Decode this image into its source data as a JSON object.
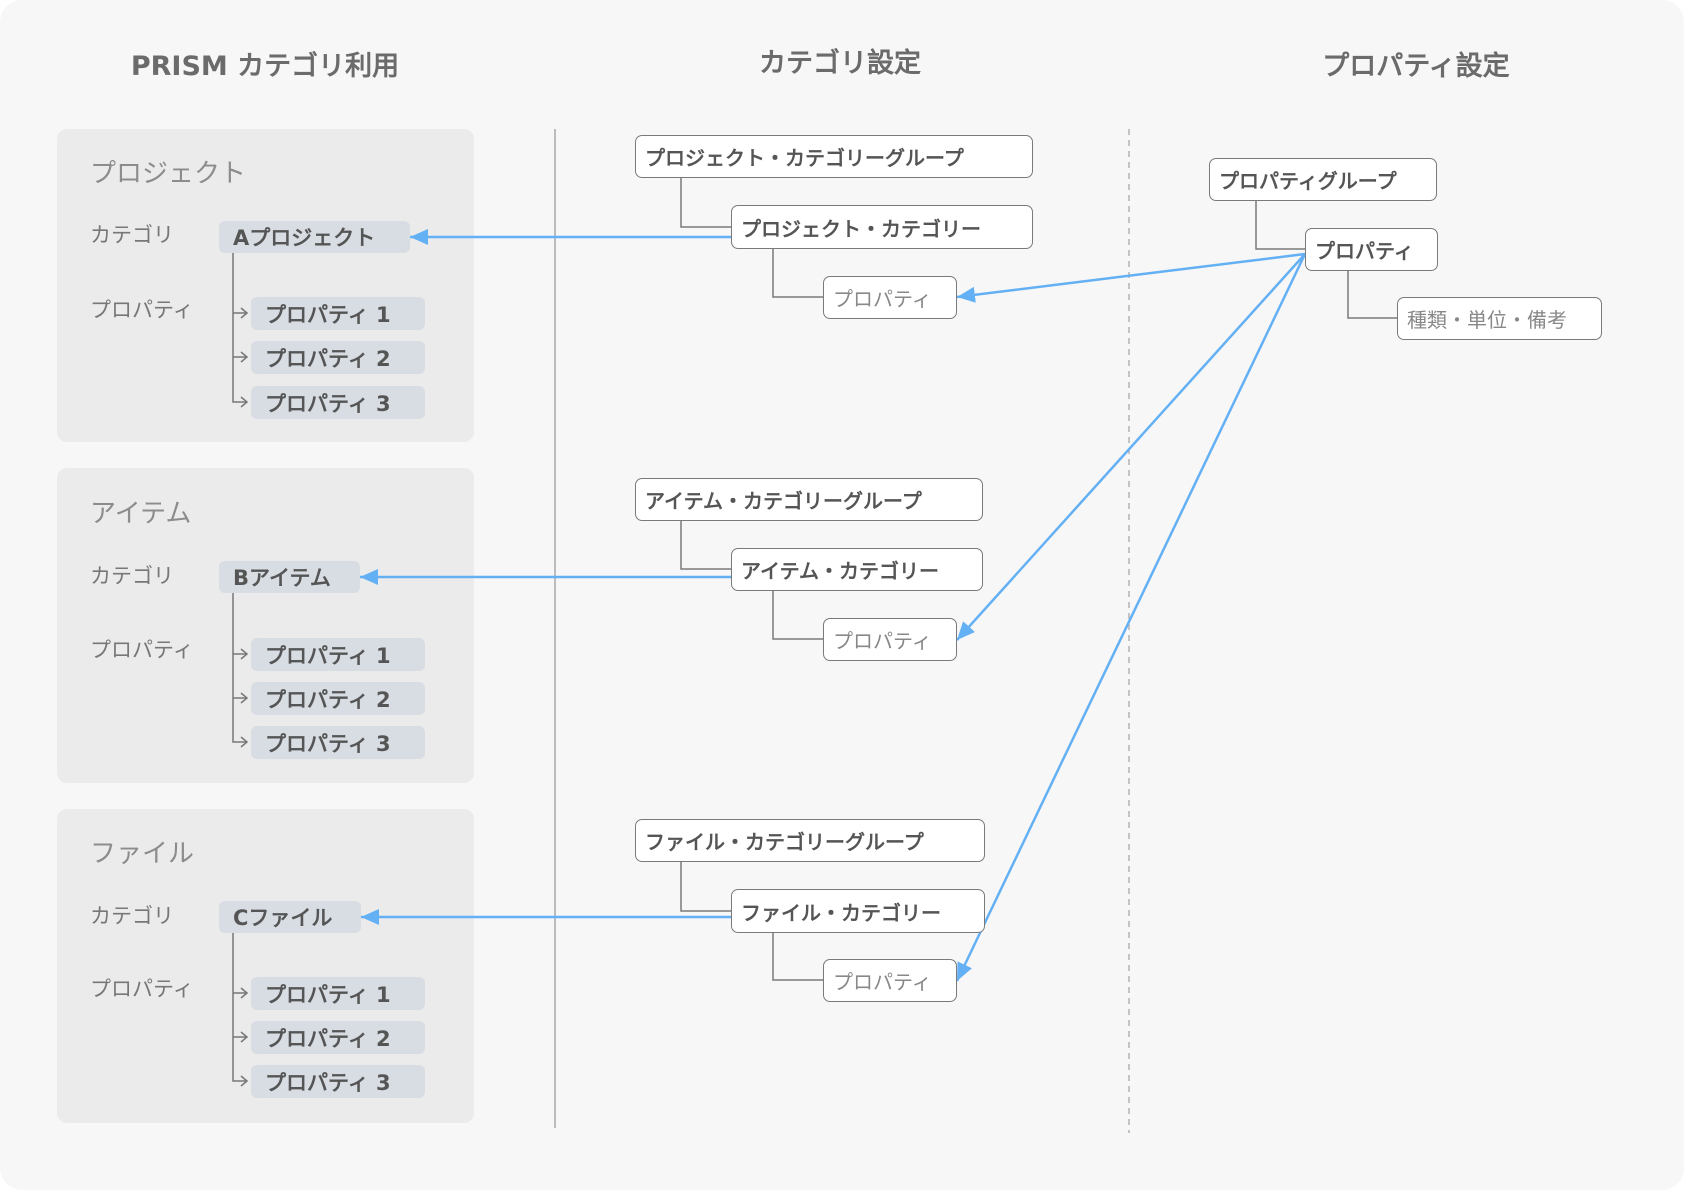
{
  "columns": {
    "usage": "PRISM カテゴリ利用",
    "category_settings": "カテゴリ設定",
    "property_settings": "プロパティ設定"
  },
  "usage_panels": [
    {
      "title": "プロジェクト",
      "category_label": "カテゴリ",
      "category": "Aプロジェクト",
      "property_label": "プロパティ",
      "properties": [
        "プロパティ 1",
        "プロパティ 2",
        "プロパティ 3"
      ]
    },
    {
      "title": "アイテム",
      "category_label": "カテゴリ",
      "category": "Bアイテム",
      "property_label": "プロパティ",
      "properties": [
        "プロパティ 1",
        "プロパティ 2",
        "プロパティ 3"
      ]
    },
    {
      "title": "ファイル",
      "category_label": "カテゴリ",
      "category": "Cファイル",
      "property_label": "プロパティ",
      "properties": [
        "プロパティ 1",
        "プロパティ 2",
        "プロパティ 3"
      ]
    }
  ],
  "category_groups": [
    {
      "group": "プロジェクト・カテゴリーグループ",
      "category": "プロジェクト・カテゴリー",
      "property": "プロパティ"
    },
    {
      "group": "アイテム・カテゴリーグループ",
      "category": "アイテム・カテゴリー",
      "property": "プロパティ"
    },
    {
      "group": "ファイル・カテゴリーグループ",
      "category": "ファイル・カテゴリー",
      "property": "プロパティ"
    }
  ],
  "property_settings": {
    "group": "プロパティグループ",
    "property": "プロパティ",
    "attributes": "種類・単位・備考"
  },
  "colors": {
    "arrow": "#64b0f4",
    "page_background": "#f7f7f7",
    "panel_background": "#ebebeb",
    "pill_background": "#d8dde4",
    "box_border": "#7a7a7a"
  }
}
